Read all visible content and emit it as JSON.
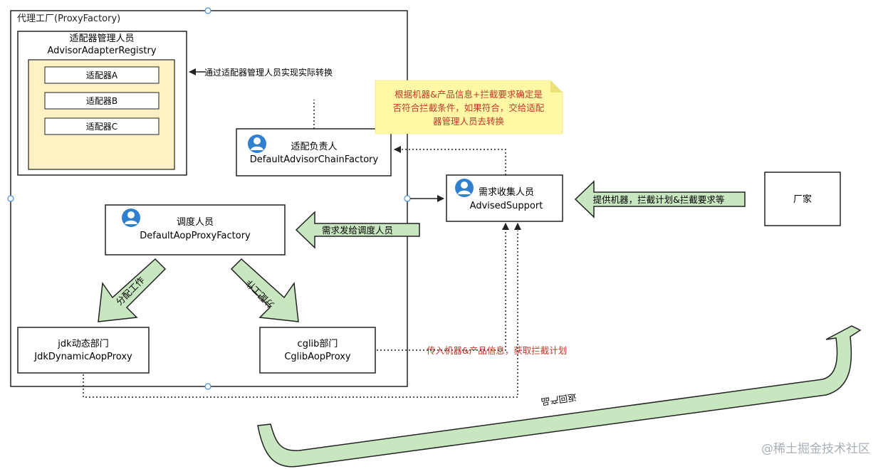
{
  "factory": {
    "title": "代理工厂(ProxyFactory)"
  },
  "registry": {
    "title_cn": "适配器管理人员",
    "title_en": "AdvisorAdapterRegistry",
    "adapters": [
      "适配器A",
      "适配器B",
      "适配器C"
    ]
  },
  "chain_factory": {
    "title_cn": "适配负责人",
    "title_en": "DefaultAdvisorChainFactory"
  },
  "aop_proxy_factory": {
    "title_cn": "调度人员",
    "title_en": "DefaultAopProxyFactory"
  },
  "jdk_proxy": {
    "title_cn": "jdk动态部门",
    "title_en": "JdkDynamicAopProxy"
  },
  "cglib_proxy": {
    "title_cn": "cglib部门",
    "title_en": "CglibAopProxy"
  },
  "advised_support": {
    "title_cn": "需求收集人员",
    "title_en": "AdvisedSupport"
  },
  "manufacturer": {
    "label": "厂家"
  },
  "note": {
    "lines": [
      "根据机器&产品信息+拦截要求确定是",
      "否符合拦截条件，如果符合，交给适配",
      "器管理人员去转换"
    ]
  },
  "labels": {
    "via_registry": "通过适配器管理人员实现实际转换",
    "send_to_dispatcher": "需求发给调度人员",
    "provide": "提供机器，拦截计划&拦截要求等",
    "assign_work_1": "分配工作",
    "assign_work_2": "分配工作",
    "pass_info": "传入机器&产品信息，获取拦截计划",
    "return_product": "返回产品"
  },
  "watermark": "@稀土掘金技术社区",
  "colors": {
    "note_bg": "#fff9a6",
    "adapter_panel": "#fef2c4",
    "arrow_fill": "#c8e6c0",
    "text_red": "#c0392b",
    "handle_blue": "#4a90d9",
    "user_icon": "#2f80d1"
  }
}
